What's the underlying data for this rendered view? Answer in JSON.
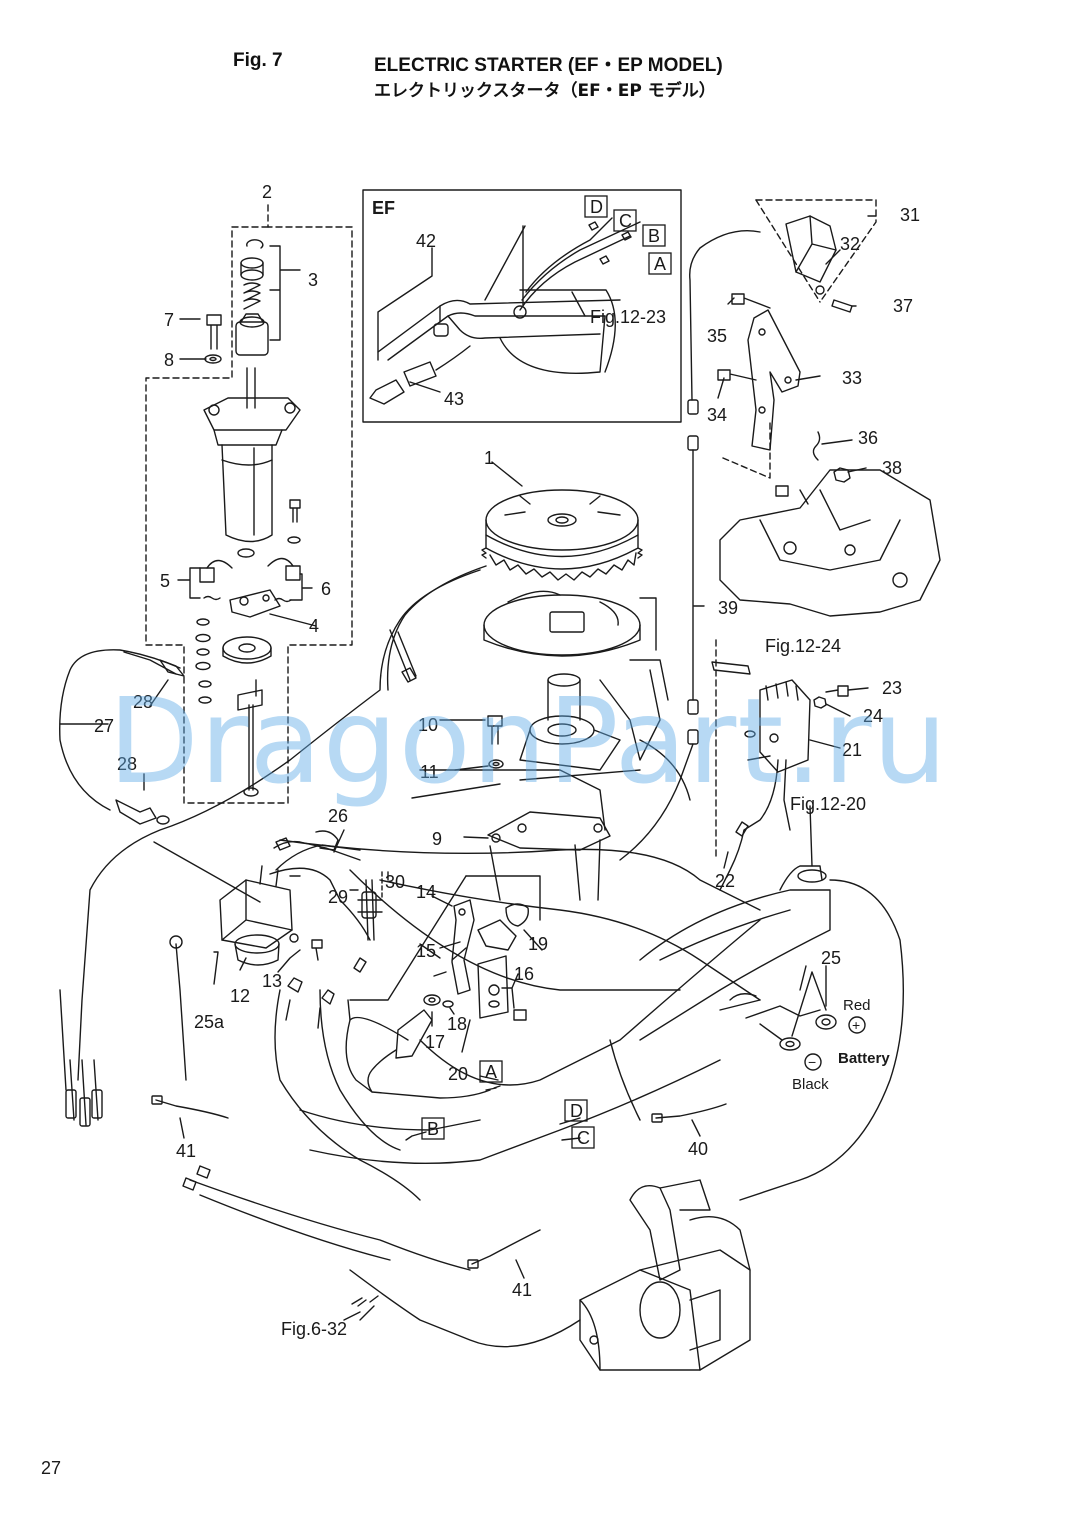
{
  "header": {
    "fig_label": "Fig. 7",
    "title_en": "ELECTRIC STARTER (EF・EP MODEL)",
    "title_jp": "エレクトリックスタータ（EF・EP モデル）"
  },
  "page_number": "27",
  "watermark": "DragonPart.ru",
  "inset": {
    "label": "EF"
  },
  "connector_letters": {
    "inset_d": "D",
    "inset_c": "C",
    "inset_b": "B",
    "inset_a": "A",
    "main_a": "A",
    "main_b": "B",
    "main_d": "D",
    "main_c": "C"
  },
  "references": {
    "fig_12_23": "Fig.12-23",
    "fig_12_24": "Fig.12-24",
    "fig_12_20": "Fig.12-20",
    "fig_6_32": "Fig.6-32"
  },
  "battery": {
    "label": "Battery",
    "red": "Red",
    "black": "Black",
    "plus": "+",
    "minus": "−"
  },
  "part_numbers": {
    "p1": "1",
    "p2": "2",
    "p3": "3",
    "p4": "4",
    "p5": "5",
    "p6": "6",
    "p7": "7",
    "p8": "8",
    "p9": "9",
    "p10": "10",
    "p11": "11",
    "p12": "12",
    "p13": "13",
    "p14": "14",
    "p15": "15",
    "p16": "16",
    "p17": "17",
    "p18": "18",
    "p19": "19",
    "p20": "20",
    "p21": "21",
    "p22": "22",
    "p23": "23",
    "p24": "24",
    "p25": "25",
    "p25a": "25a",
    "p26": "26",
    "p27": "27",
    "p28a": "28",
    "p28b": "28",
    "p29": "29",
    "p30": "30",
    "p31": "31",
    "p32": "32",
    "p33": "33",
    "p34": "34",
    "p35": "35",
    "p36": "36",
    "p37": "37",
    "p38": "38",
    "p39": "39",
    "p40": "40",
    "p41a": "41",
    "p41b": "41",
    "p42": "42",
    "p43": "43"
  },
  "colors": {
    "line": "#1a1a1a",
    "watermark": "#5faae6"
  }
}
